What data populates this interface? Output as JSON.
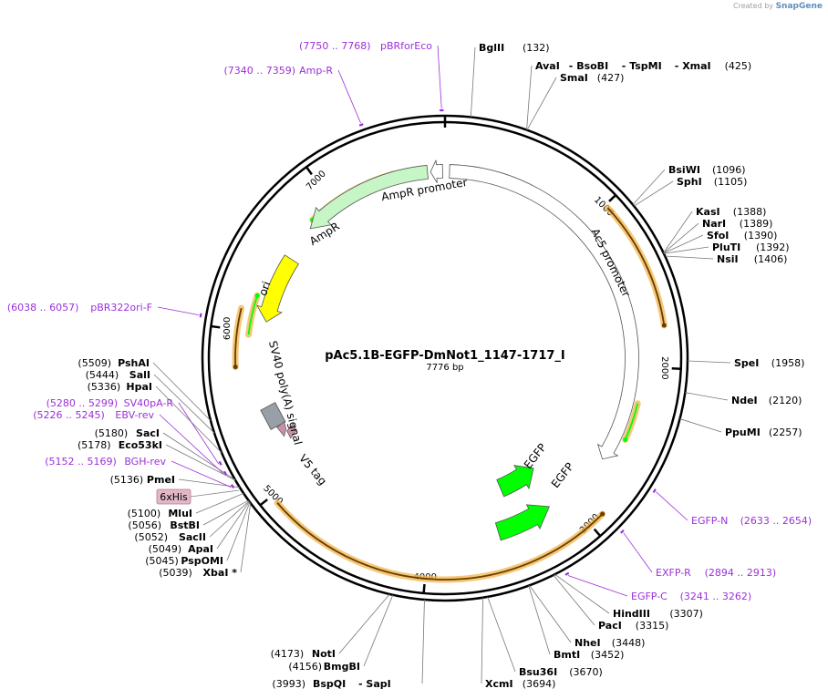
{
  "credit": {
    "created_by": "Created by",
    "brand": "SnapGene"
  },
  "plasmid": {
    "name": "pAc5.1B-EGFP-DmNot1_1147-1717_I",
    "length_label": "7776 bp"
  },
  "ticks": [
    "1000",
    "2000",
    "3000",
    "4000",
    "5000",
    "6000",
    "7000"
  ],
  "enzymes": [
    {
      "name": "BglII",
      "pos": "(132)"
    },
    {
      "name": "AvaI",
      "pos": "(425)",
      "extra": [
        "BsoBI",
        "TspMI",
        "XmaI"
      ]
    },
    {
      "name": "SmaI",
      "pos": "(427)"
    },
    {
      "name": "BsiWI",
      "pos": "(1096)"
    },
    {
      "name": "SphI",
      "pos": "(1105)"
    },
    {
      "name": "KasI",
      "pos": "(1388)"
    },
    {
      "name": "NarI",
      "pos": "(1389)"
    },
    {
      "name": "SfoI",
      "pos": "(1390)"
    },
    {
      "name": "PluTI",
      "pos": "(1392)"
    },
    {
      "name": "NsiI",
      "pos": "(1406)"
    },
    {
      "name": "SpeI",
      "pos": "(1958)"
    },
    {
      "name": "NdeI",
      "pos": "(2120)"
    },
    {
      "name": "PpuMI",
      "pos": "(2257)"
    },
    {
      "name": "HindIII",
      "pos": "(3307)"
    },
    {
      "name": "PacI",
      "pos": "(3315)"
    },
    {
      "name": "NheI",
      "pos": "(3448)"
    },
    {
      "name": "BmtI",
      "pos": "(3452)"
    },
    {
      "name": "Bsu36I",
      "pos": "(3670)"
    },
    {
      "name": "XcmI",
      "pos": "(3694)"
    },
    {
      "name": "BspQI",
      "pos": "(3993)",
      "extra": [
        "SapI"
      ]
    },
    {
      "name": "BmgBI",
      "pos": "(4156)"
    },
    {
      "name": "NotI",
      "pos": "(4173)"
    },
    {
      "name": "XbaI *",
      "pos": "(5039)"
    },
    {
      "name": "PspOMI",
      "pos": "(5045)"
    },
    {
      "name": "ApaI",
      "pos": "(5049)"
    },
    {
      "name": "SacII",
      "pos": "(5052)"
    },
    {
      "name": "BstBI",
      "pos": "(5056)"
    },
    {
      "name": "MluI",
      "pos": "(5100)"
    },
    {
      "name": "PmeI",
      "pos": "(5136)"
    },
    {
      "name": "Eco53kI",
      "pos": "(5178)"
    },
    {
      "name": "SacI",
      "pos": "(5180)"
    },
    {
      "name": "HpaI",
      "pos": "(5336)"
    },
    {
      "name": "SalI",
      "pos": "(5444)"
    },
    {
      "name": "PshAI",
      "pos": "(5509)"
    }
  ],
  "primers": [
    {
      "name": "pBRforEco",
      "range": "(7750 .. 7768)"
    },
    {
      "name": "Amp-R",
      "range": "(7340 .. 7359)"
    },
    {
      "name": "pBR322ori-F",
      "range": "(6038 .. 6057)"
    },
    {
      "name": "SV40pA-R",
      "range": "(5280 .. 5299)"
    },
    {
      "name": "EBV-rev",
      "range": "(5226 .. 5245)"
    },
    {
      "name": "BGH-rev",
      "range": "(5152 .. 5169)"
    },
    {
      "name": "EGFP-N",
      "range": "(2633 .. 2654)"
    },
    {
      "name": "EXFP-R",
      "range": "(2894 .. 2913)"
    },
    {
      "name": "EGFP-C",
      "range": "(3241 .. 3262)"
    }
  ],
  "features": {
    "amp_promoter": "AmpR promoter",
    "ampr": "AmpR",
    "ori": "ori",
    "ac5": "Ac5 promoter",
    "sv40": "SV40 poly(A) signal",
    "v5": "V5 tag",
    "egfp1": "EGFP",
    "egfp2": "EGFP",
    "his": "6xHis"
  },
  "colors": {
    "ampr": "#c6f5c6",
    "ori": "#ffff00",
    "egfp": "#00ff00",
    "sv40": "#999fa6",
    "v5": "#c78fa8",
    "his_box": "#e3b7c8",
    "primer": "#9b30d9",
    "orf": "#f0b64b",
    "orf_inner": "#00ff00"
  }
}
